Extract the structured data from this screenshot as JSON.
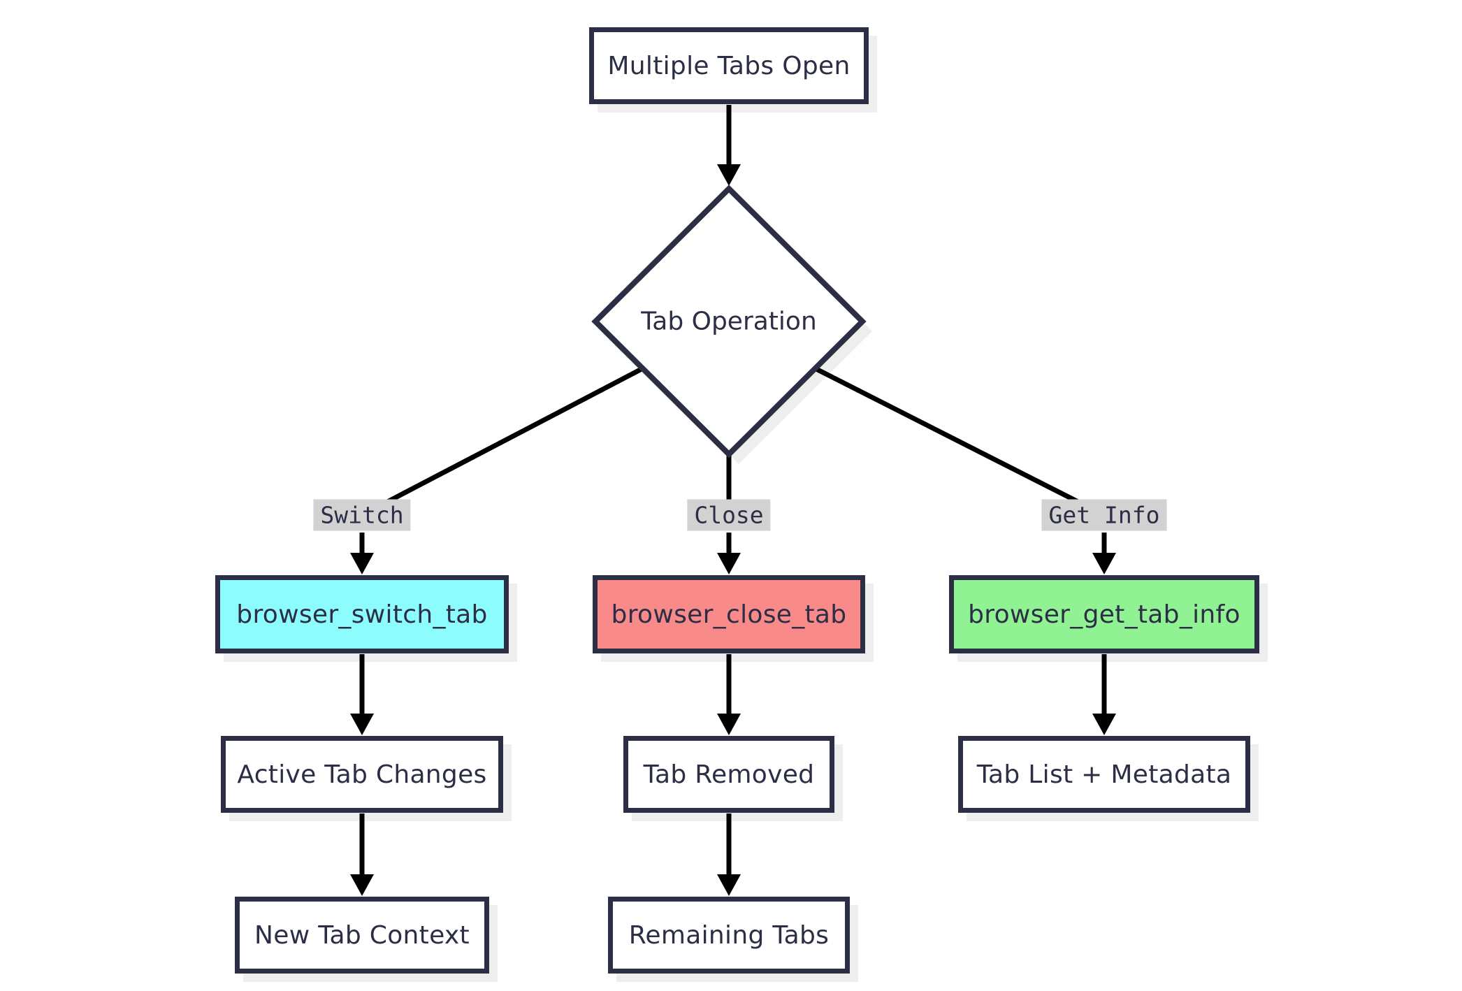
{
  "diagram": {
    "type": "flowchart",
    "direction": "top-down",
    "nodes": {
      "start": {
        "label": "Multiple Tabs Open",
        "shape": "rectangle",
        "fill": "#ffffff"
      },
      "decision": {
        "label": "Tab Operation",
        "shape": "diamond",
        "fill": "#ffffff"
      },
      "switch_tool": {
        "label": "browser_switch_tab",
        "shape": "rectangle",
        "fill": "#8cfcfd"
      },
      "close_tool": {
        "label": "browser_close_tab",
        "shape": "rectangle",
        "fill": "#f98a8a"
      },
      "get_info_tool": {
        "label": "browser_get_tab_info",
        "shape": "rectangle",
        "fill": "#90f292"
      },
      "active_tab_changes": {
        "label": "Active Tab Changes",
        "shape": "rectangle",
        "fill": "#ffffff"
      },
      "tab_removed": {
        "label": "Tab Removed",
        "shape": "rectangle",
        "fill": "#ffffff"
      },
      "tab_list_metadata": {
        "label": "Tab List + Metadata",
        "shape": "rectangle",
        "fill": "#ffffff"
      },
      "new_tab_context": {
        "label": "New Tab Context",
        "shape": "rectangle",
        "fill": "#ffffff"
      },
      "remaining_tabs": {
        "label": "Remaining Tabs",
        "shape": "rectangle",
        "fill": "#ffffff"
      }
    },
    "edges": [
      {
        "from": "start",
        "to": "decision",
        "label": ""
      },
      {
        "from": "decision",
        "to": "switch_tool",
        "label": "Switch"
      },
      {
        "from": "decision",
        "to": "close_tool",
        "label": "Close"
      },
      {
        "from": "decision",
        "to": "get_info_tool",
        "label": "Get Info"
      },
      {
        "from": "switch_tool",
        "to": "active_tab_changes",
        "label": ""
      },
      {
        "from": "close_tool",
        "to": "tab_removed",
        "label": ""
      },
      {
        "from": "get_info_tool",
        "to": "tab_list_metadata",
        "label": ""
      },
      {
        "from": "active_tab_changes",
        "to": "new_tab_context",
        "label": ""
      },
      {
        "from": "tab_removed",
        "to": "remaining_tabs",
        "label": ""
      }
    ],
    "colors": {
      "background": "#ffffff",
      "node_border": "#2b2e44",
      "node_text": "#2b2e44",
      "edge_line": "#000000",
      "edge_label_bg": "#d2d2d2",
      "shadow": "#eeeeee",
      "switch_fill": "#8cfcfd",
      "close_fill": "#f98a8a",
      "get_info_fill": "#90f292"
    }
  }
}
